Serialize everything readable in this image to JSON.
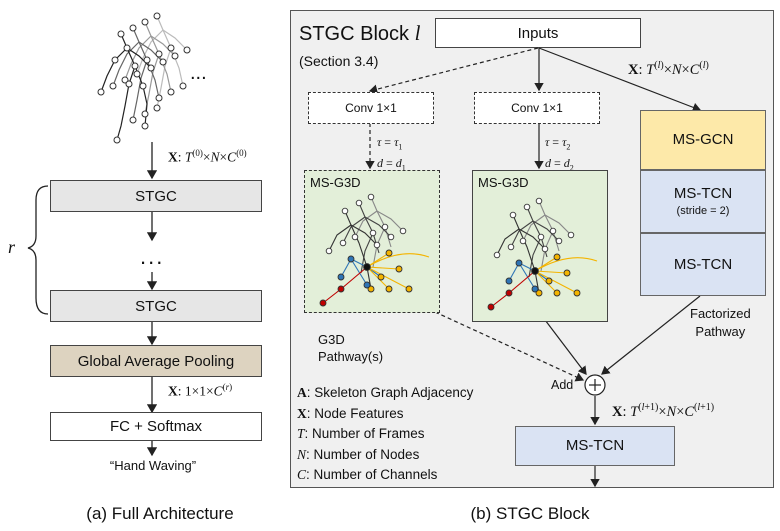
{
  "left": {
    "ellipsis_top": "...",
    "input_dim": "X: T(0)×N×C(0)",
    "stgc_top": "STGC",
    "ellipsis_mid": "⋮",
    "stgc_bottom": "STGC",
    "repeat_label": "r",
    "gap": "Global Average Pooling",
    "pool_dim": "X: 1×1×C(r)",
    "fc": "FC + Softmax",
    "output": "“Hand Waving”",
    "caption": "(a) Full Architecture"
  },
  "right": {
    "title": "STGC Block l",
    "section": "(Section 3.4)",
    "inputs": "Inputs",
    "in_dim": "X: T(l)×N×C(l)",
    "conv1": "Conv 1×1",
    "conv2": "Conv 1×1",
    "tau1": "τ = τ1",
    "d1": "d = d1",
    "tau2": "τ = τ2",
    "d2": "d = d2",
    "msg3d_1": "MS-G3D",
    "msg3d_2": "MS-G3D",
    "g3d_label": "G3D\nPathway(s)",
    "msgcn": "MS-GCN",
    "mstcn_a": "MS-TCN",
    "stride": "(stride = 2)",
    "mstcn_b": "MS-TCN",
    "factorized": "Factorized\nPathway",
    "add": "Add",
    "out_dim": "X: T(l+1)×N×C(l+1)",
    "mstcn_out": "MS-TCN",
    "legend": [
      {
        "sym": "A",
        "desc": ": Skeleton Graph Adjacency",
        "bold": true
      },
      {
        "sym": "X",
        "desc": ": Node Features",
        "bold": true
      },
      {
        "sym": "T",
        "desc": ": Number of Frames",
        "bold": false
      },
      {
        "sym": "N",
        "desc": ": Number of Nodes",
        "bold": false
      },
      {
        "sym": "C",
        "desc": ": Number of Channels",
        "bold": false
      }
    ],
    "caption": "(b) STGC Block"
  },
  "colors": {
    "panel_bg": "#f0f0f0",
    "stgc": "#e6e6e6",
    "gap": "#ddd3c0",
    "msg3d_bg": "#e3efd9",
    "msgcn": "#fde9a9",
    "mstcn": "#dae3f3",
    "joint_orange": "#f4b400",
    "joint_blue": "#2e75b6",
    "joint_red": "#c00000"
  }
}
